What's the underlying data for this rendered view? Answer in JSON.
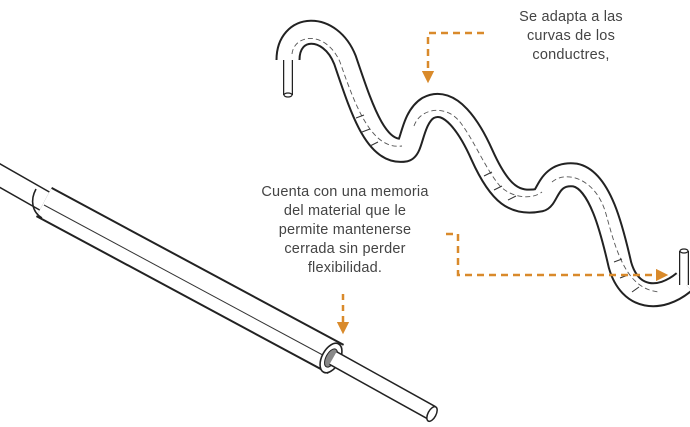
{
  "colors": {
    "arrow": "#d98a2b",
    "outline": "#222222",
    "text": "#444444"
  },
  "annotations": {
    "top": {
      "lines": [
        "Se adapta a las",
        "curvas de los",
        "conductres,"
      ]
    },
    "middle": {
      "lines": [
        "Cuenta con una memoria",
        "del material que le",
        "permite mantenerse",
        "cerrada sin perder",
        "flexibilidad."
      ]
    }
  }
}
